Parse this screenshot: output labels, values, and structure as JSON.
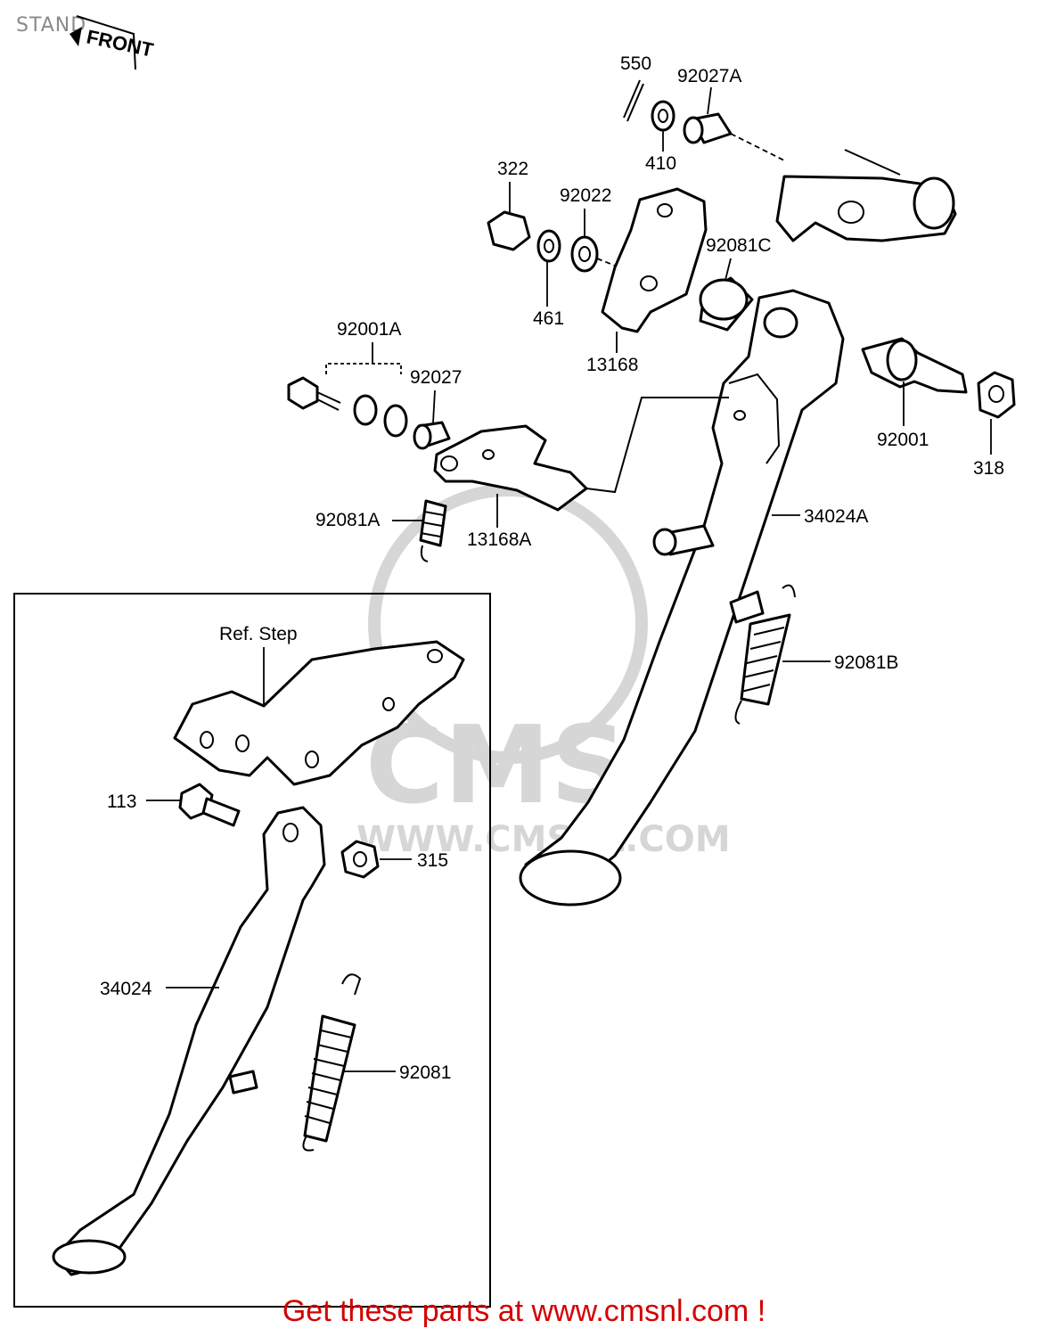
{
  "page_title": "STAND",
  "front_label": "FRONT",
  "footer_text": "Get these parts at www.cmsnl.com !",
  "watermark": {
    "big": "CMS",
    "url": "WWW.CMSNL.COM"
  },
  "inset_label": "Ref. Step",
  "callouts": {
    "c550": "550",
    "c92027A": "92027A",
    "c410": "410",
    "c322": "322",
    "c92022": "92022",
    "c92081C": "92081C",
    "c461": "461",
    "c13168": "13168",
    "c92001A": "92001A",
    "c92027": "92027",
    "c92001": "92001",
    "c318": "318",
    "c92081A": "92081A",
    "c13168A": "13168A",
    "c34024A": "34024A",
    "c92081B": "92081B",
    "c113": "113",
    "c315": "315",
    "c34024": "34024",
    "c92081": "92081"
  },
  "colors": {
    "footer": "#d40000",
    "title": "#8a8a8a",
    "watermark": "#d6d6d6"
  }
}
